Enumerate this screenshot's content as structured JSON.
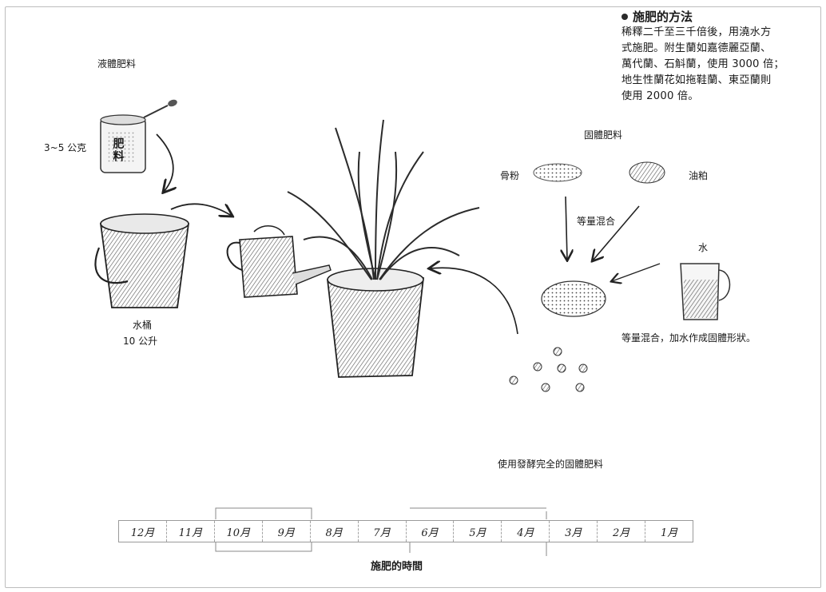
{
  "method": {
    "title": "施肥的方法",
    "lines": [
      "稀釋二千至三千倍後，用澆水方",
      "式施肥。附生蘭如嘉德麗亞蘭、",
      "萬代蘭、石斛蘭，使用 3000 倍；",
      "地生性蘭花如拖鞋蘭、東亞蘭則",
      "使用 2000 倍。"
    ]
  },
  "liquid": {
    "label": "液體肥料",
    "amount": "3~5 公克",
    "jar_text": "肥料",
    "bucket_label": "水桶",
    "bucket_volume": "10 公升"
  },
  "solid": {
    "label": "固體肥料",
    "bone_meal": "骨粉",
    "oil_cake": "油粕",
    "equal_mix": "等量混合",
    "water": "水",
    "mix_note": "等量混合，加水作成固體形狀。",
    "fermented": "使用發酵完全的固體肥料"
  },
  "timeline": {
    "months": [
      "12月",
      "11月",
      "10月",
      "9月",
      "8月",
      "7月",
      "6月",
      "5月",
      "4月",
      "3月",
      "2月",
      "1月"
    ],
    "caption": "施肥的時間"
  }
}
